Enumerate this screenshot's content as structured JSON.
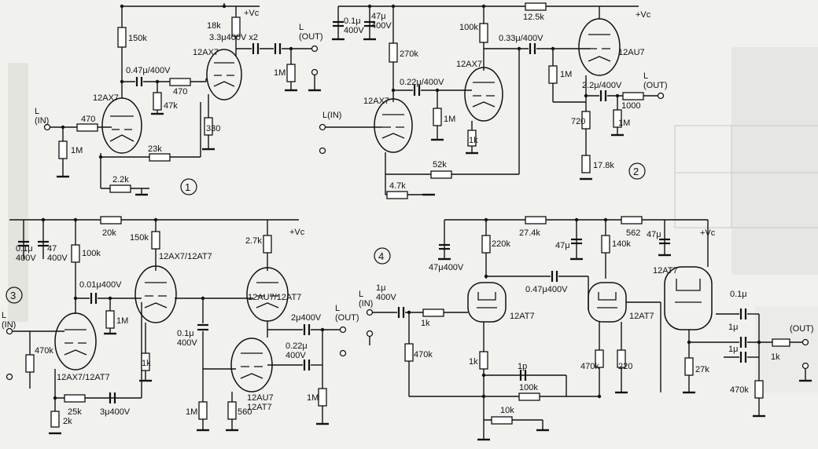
{
  "circuits": [
    {
      "number": "1",
      "labels": {
        "input": "L\n(IN)",
        "output": "L\n(OUT)",
        "vcc": "+Vc",
        "tube1": "12AX7",
        "tube2": "12AX7",
        "r_in": "470",
        "r_grid": "1M",
        "r_plate1": "150k",
        "c_couple": "0.47μ/400V",
        "r_series": "470",
        "r_grid2": "47k",
        "r_plate2": "18k",
        "c_out": "3.3μ400V x2",
        "r_cath2": "330",
        "r_out": "1M",
        "r_fb": "23k",
        "r_cath1": "2.2k"
      }
    },
    {
      "number": "2",
      "labels": {
        "input": "L(IN)",
        "output": "L\n(OUT)",
        "vcc": "+Vc",
        "tube1": "12AX7",
        "tube2": "12AX7",
        "tube3": "12AU7",
        "c_sup1": "0.1μ\n400V",
        "c_sup2": "47μ\n400V",
        "r_plate1": "270k",
        "r_plate2": "100k",
        "r_sup": "12.5k",
        "c1": "0.22μ/400V",
        "c2": "0.33μ/400V",
        "r_grid2": "1M",
        "r_cath2": "1k",
        "r_grid3": "1M",
        "c_out": "2.2μ/400V",
        "r_out_series": "1000",
        "r_cath3a": "720",
        "r_out": "1M",
        "r_cath3b": "17.8k",
        "r_fb": "52k",
        "r_cath1": "4.7k"
      }
    },
    {
      "number": "3",
      "labels": {
        "input": "L\n(IN)",
        "output": "L\n(OUT)",
        "vcc": "+Vc",
        "tube1": "12AX7/12AT7",
        "tube2": "12AX7/12AT7",
        "tube3": "12AU7/12AT7",
        "tube4": "12AU7\n12AT7",
        "c_sup1": "0.1μ\n400V",
        "c_sup2": "47\n400V",
        "r_sup": "20k",
        "r_plate1": "100k",
        "r_plate2": "150k",
        "r_plate3": "2.7k",
        "c1": "0.01μ400V",
        "r_grid2": "1M",
        "r_cath2": "1k",
        "c2": "0.1μ\n400V",
        "c_out1": "2μ400V",
        "c_out2": "0.22μ\n400V",
        "r_out": "1M",
        "r_grid1": "470k",
        "r_cath1a": "25k",
        "c_cath": "3μ400V",
        "r_cath1b": "2k",
        "r_grid4": "1M",
        "r_cath4": "560"
      }
    },
    {
      "number": "4",
      "labels": {
        "input": "L\n(IN)",
        "output": "(OUT)",
        "vcc": "+Vc",
        "tube1": "12AT7",
        "tube2": "12AT7",
        "tube3": "12AT7",
        "c_in": "1μ\n400V",
        "r_in": "1k",
        "r_grid1": "470k",
        "c_sup1": "47μ400V",
        "r_plate1": "220k",
        "r_sup1": "27.4k",
        "c_sup2": "47μ",
        "r_plate2": "140k",
        "r_sup2": "562",
        "c_sup3": "47μ",
        "c_couple": "0.47μ400V",
        "r_cath1": "1k",
        "c_fb": "1p",
        "r_fb": "100k",
        "r_fb2": "10k",
        "r_grid2": "470k",
        "r_cath2": "220",
        "c_out1": "0.1μ",
        "c_out2": "1μ",
        "c_out3": "1μ",
        "r_out": "1k",
        "r_cath3": "27k",
        "r_load": "470k"
      }
    }
  ]
}
